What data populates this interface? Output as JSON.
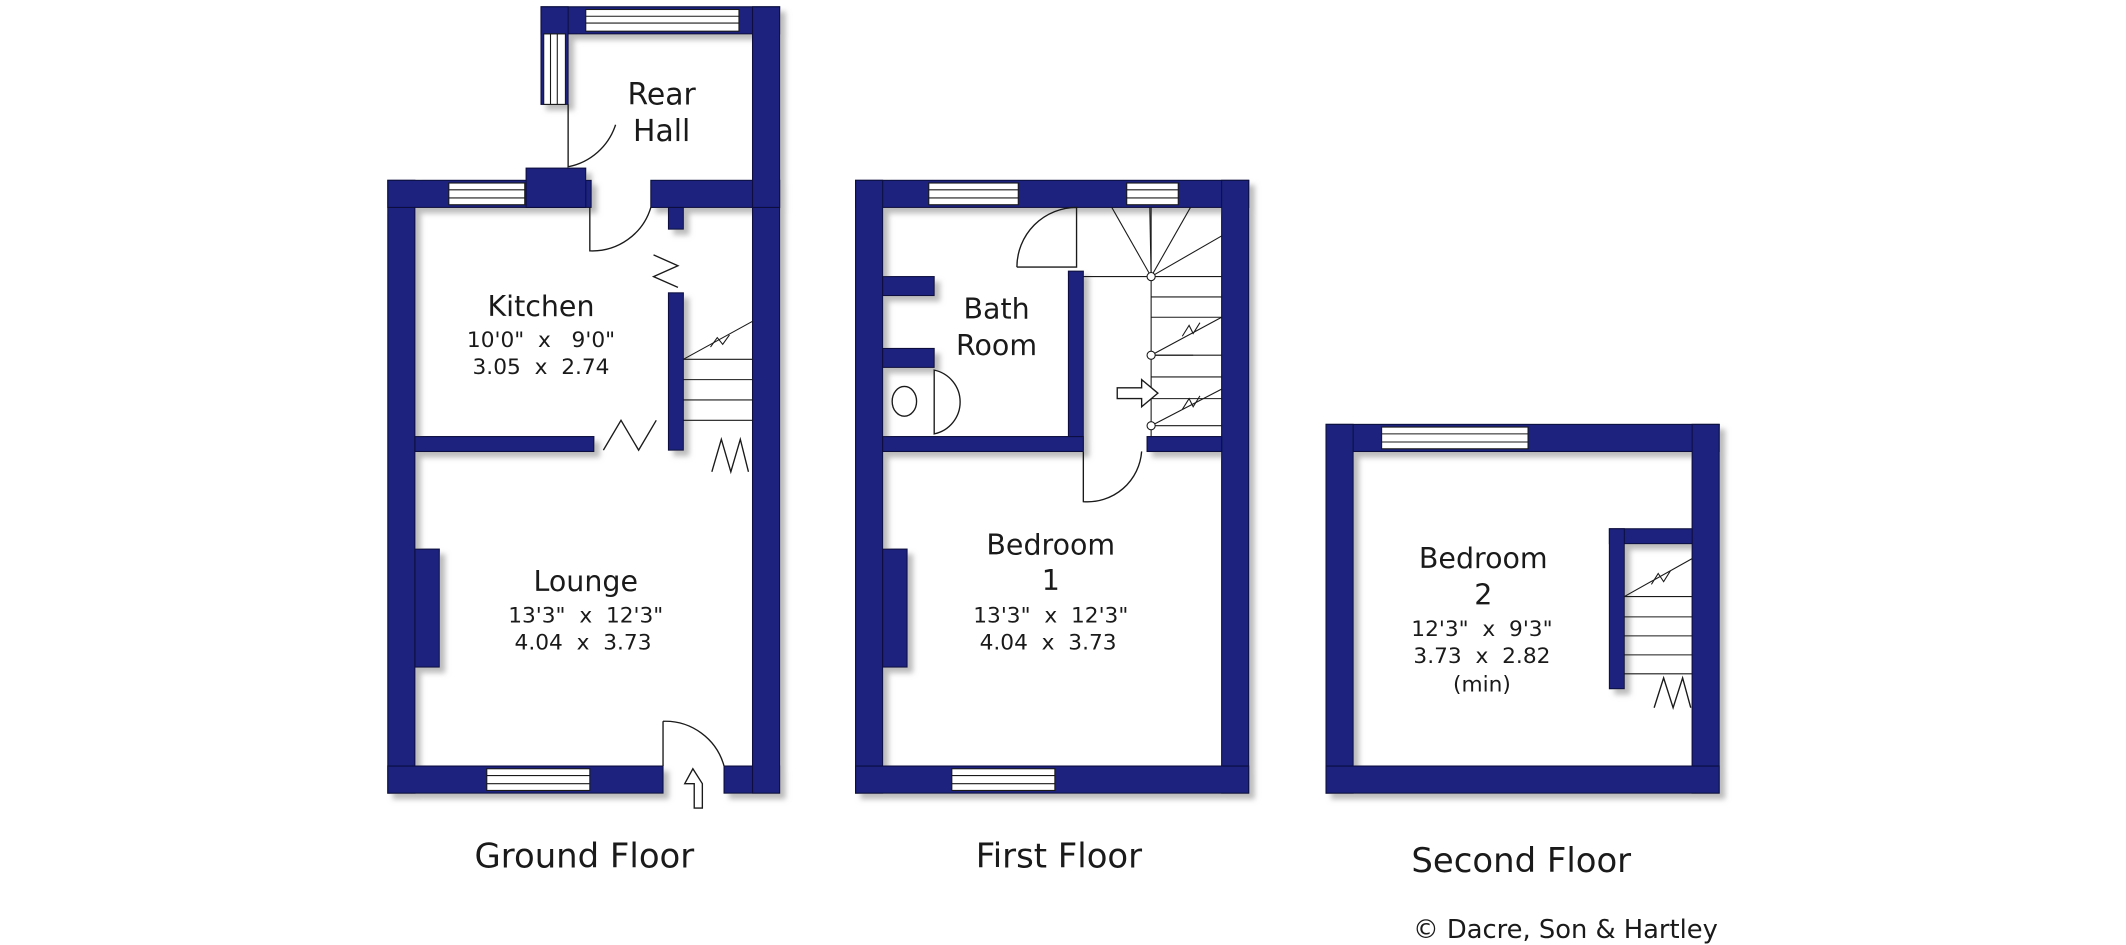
{
  "colors": {
    "wall": "#1a237e",
    "wall_outline": "#0d1140",
    "shadow": "#c9c9c9",
    "window_fill": "#ffffff",
    "line": "#1a1a1a"
  },
  "ground_floor": {
    "label": "Ground Floor",
    "rear_hall": {
      "name_line1": "Rear",
      "name_line2": "Hall"
    },
    "kitchen": {
      "name": "Kitchen",
      "imperial": "10'0\"  x   9'0\"",
      "metric": "3.05  x  2.74"
    },
    "lounge": {
      "name": "Lounge",
      "imperial": "13'3\"  x  12'3\"",
      "metric": "4.04  x  3.73"
    }
  },
  "first_floor": {
    "label": "First Floor",
    "bathroom": {
      "name_line1": "Bath",
      "name_line2": "Room"
    },
    "bedroom1": {
      "name_line1": "Bedroom",
      "name_line2": "1",
      "imperial": "13'3\"  x  12'3\"",
      "metric": "4.04  x  3.73"
    }
  },
  "second_floor": {
    "label": "Second Floor",
    "bedroom2": {
      "name_line1": "Bedroom",
      "name_line2": "2",
      "imperial": "12'3\"  x  9'3\"",
      "metric": "3.73  x  2.82",
      "note": "(min)"
    }
  },
  "copyright": "© Dacre, Son & Hartley",
  "icons": [
    "entrance-arrow-icon",
    "stair-direction-arrow-icon",
    "door-swing-icon",
    "stairs-icon",
    "window-icon",
    "wc-icon"
  ]
}
